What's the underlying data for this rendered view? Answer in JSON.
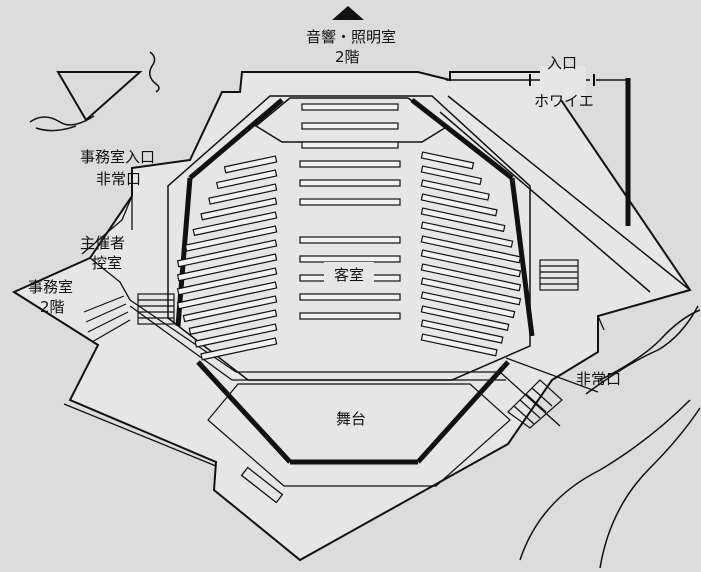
{
  "diagram": {
    "colors": {
      "background": "#d9d9d9",
      "paper": "#e8e8e8",
      "line": "#111111"
    },
    "labels": {
      "sound_lighting_room": "音響・照明室",
      "sound_lighting_floor": "2階",
      "entrance": "入口",
      "foyer": "ホワイエ",
      "office_entrance": "事務室入口",
      "office_emergency_exit": "非常口",
      "organizer_room_line1": "主催者",
      "organizer_room_line2": "控室",
      "office_room": "事務室",
      "office_floor": "2階",
      "auditorium": "客室",
      "stage": "舞台",
      "emergency_exit_right": "非常口"
    }
  }
}
